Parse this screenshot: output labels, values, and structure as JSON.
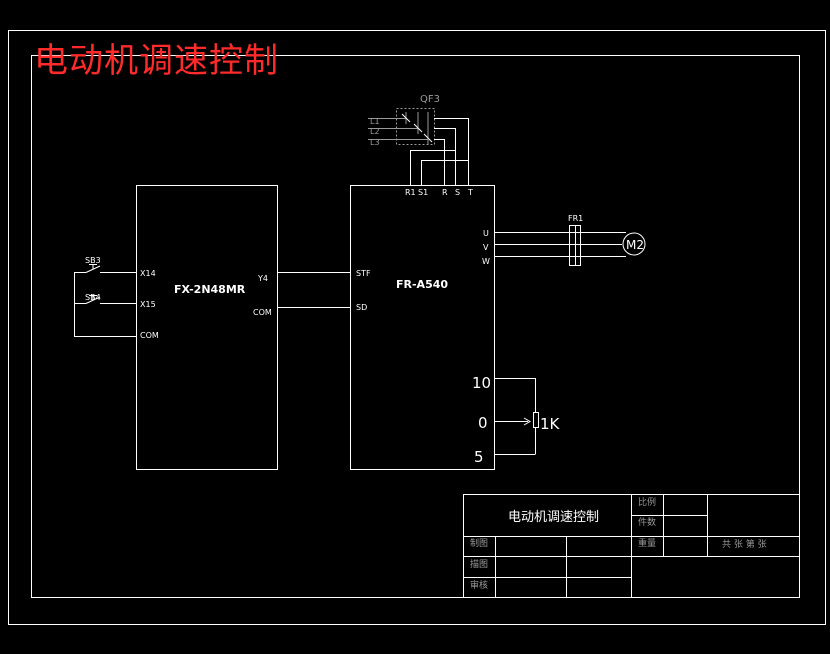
{
  "header": {
    "title": "电动机调速控制"
  },
  "plc": {
    "name": "FX-2N48MR",
    "in_x14": "X14",
    "in_x15": "X15",
    "in_com": "COM",
    "out_y4": "Y4",
    "out_com": "COM"
  },
  "switches": {
    "sb3": "SB3",
    "sb4": "SB4"
  },
  "inverter": {
    "name": "FR-A540",
    "r1": "R1",
    "s1": "S1",
    "r": "R",
    "s": "S",
    "t": "T",
    "u": "U",
    "v": "V",
    "w": "W",
    "stf": "STF",
    "sd": "SD",
    "t10": "10",
    "t0": "0",
    "t5": "5"
  },
  "breaker": {
    "name": "QF3",
    "l1": "L1",
    "l2": "L2",
    "l3": "L3"
  },
  "thermal": {
    "name": "FR1"
  },
  "motor": {
    "name": "M2"
  },
  "pot": {
    "value": "1K"
  },
  "title_block": {
    "drawing_title": "电动机调速控制",
    "scale_label": "比例",
    "pieces_label": "件数",
    "weight_label": "重量",
    "sheets_text": "共  张  第  张",
    "drawn_label": "制图",
    "designed_label": "描图",
    "checked_label": "审核"
  },
  "colors": {
    "background": "#000000",
    "lines": "#ffffff",
    "title": "#ff2a2a",
    "breaker": "#9a9a9a"
  }
}
